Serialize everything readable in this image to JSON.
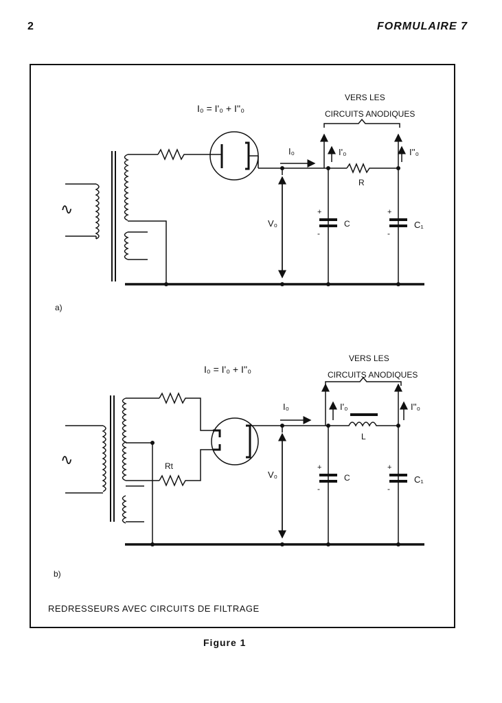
{
  "header": {
    "page_number": "2",
    "title": "FORMULAIRE 7"
  },
  "figure_caption": "Figure 1",
  "frame_caption": "REDRESSEURS AVEC CIRCUITS DE FILTRAGE",
  "diagram_a": {
    "tag": "a)",
    "formula": "I₀ = I'₀ + I''₀",
    "vers_line1": "VERS LES",
    "vers_line2": "CIRCUITS ANODIQUES",
    "io": "I₀",
    "i_prime": "I'₀",
    "i_dprime": "I''₀",
    "resistor": "R",
    "voltage": "V₀",
    "cap1": "C",
    "cap2": "C₁",
    "ac": "∿"
  },
  "diagram_b": {
    "tag": "b)",
    "formula": "I₀ = I'₀ + I''₀",
    "vers_line1": "VERS LES",
    "vers_line2": "CIRCUITS ANODIQUES",
    "io": "I₀",
    "i_prime": "I'₀",
    "i_dprime": "I''₀",
    "inductor": "L",
    "rt": "Rt",
    "voltage": "V₀",
    "cap1": "C",
    "cap2": "C₁",
    "ac": "∿"
  }
}
